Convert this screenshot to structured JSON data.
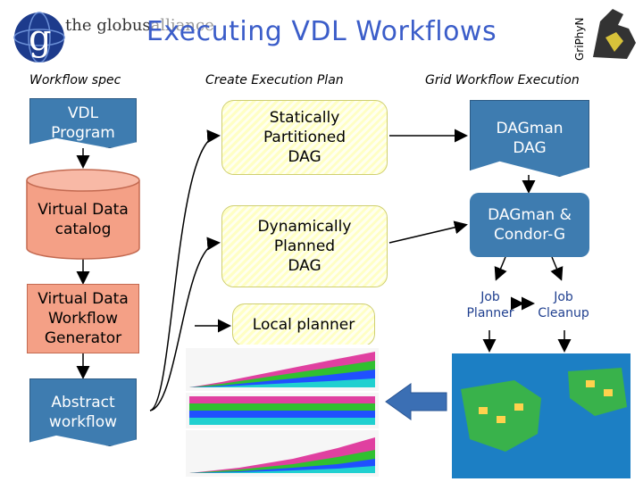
{
  "header": {
    "title": "Executing VDL Workflows",
    "logo_text_left": "the globus",
    "logo_text_right": "alliance",
    "logo_letter": "g",
    "griphyn_label": "GriPhyN"
  },
  "columns": {
    "col1": "Workflow spec",
    "col2": "Create Execution Plan",
    "col3": "Grid Workflow Execution"
  },
  "nodes": {
    "vdl_program": "VDL\nProgram",
    "virtual_data_catalog": "Virtual Data\ncatalog",
    "virtual_data_workflow_generator": "Virtual Data\nWorkflow\nGenerator",
    "abstract_workflow": "Abstract\nworkflow",
    "statically_partitioned_dag": "Statically\nPartitioned\nDAG",
    "dynamically_planned_dag": "Dynamically\nPlanned\nDAG",
    "local_planner": "Local planner",
    "dagman_dag": "DAGman\nDAG",
    "dagman_condor_g": "DAGman &\nCondor-G",
    "job_planner": "Job\nPlanner",
    "job_cleanup": "Job\nCleanup"
  },
  "colors": {
    "title": "#3b5dc9",
    "doc_blue": "#3e7cb0",
    "yellow": "#ffffc4",
    "salmon": "#f4a086"
  }
}
